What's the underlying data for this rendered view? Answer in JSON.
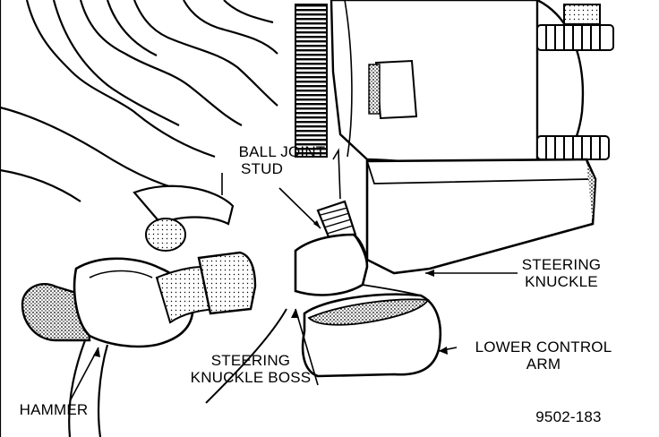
{
  "labels": {
    "ball_joint_stud": [
      "BALL JOINT",
      "STUD"
    ],
    "steering_knuckle": [
      "STEERING",
      "KNUCKLE"
    ],
    "lower_control_arm": [
      "LOWER CONTROL",
      "ARM"
    ],
    "steering_knuckle_boss": [
      "STEERING",
      "KNUCKLE BOSS"
    ],
    "hammer": "HAMMER",
    "figure_number": "9502-183"
  }
}
